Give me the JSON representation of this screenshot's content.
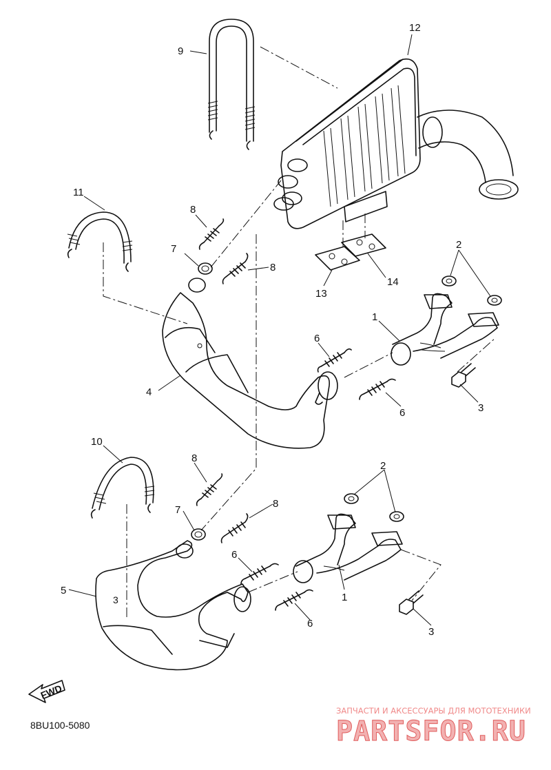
{
  "diagram": {
    "callouts": {
      "c1a": "1",
      "c1b": "1",
      "c2a": "2",
      "c2b": "2",
      "c3a": "3",
      "c3b": "3",
      "c4": "4",
      "c5": "5",
      "c6a": "6",
      "c6b": "6",
      "c6c": "6",
      "c6d": "6",
      "c7a": "7",
      "c7b": "7",
      "c8a": "8",
      "c8b": "8",
      "c8c": "8",
      "c8d": "8",
      "c9": "9",
      "c10": "10",
      "c11": "11",
      "c12": "12",
      "c13": "13",
      "c14": "14"
    },
    "fwd_label": "FWD",
    "diagram_code": "8BU100-5080"
  },
  "watermark": {
    "tagline": "ЗАПЧАСТИ И АКСЕССУАРЫ ДЛЯ МОТОТЕХНИКИ",
    "brand": "PARTSFOR.RU"
  }
}
